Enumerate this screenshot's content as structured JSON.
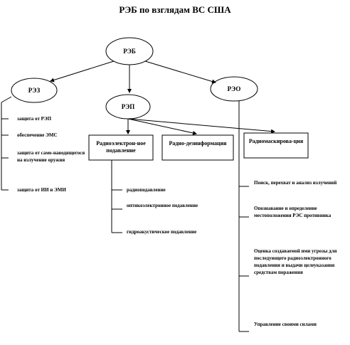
{
  "title": "РЭБ по взглядам ВС США",
  "root": "РЭБ",
  "branches": {
    "rez": "РЭЗ",
    "rep": "РЭП",
    "reo": "РЭО"
  },
  "rep_boxes": [
    "Радиоэлектрон-ное подавление",
    "Радио-дезинформация",
    "Радиомаскирова-ция"
  ],
  "rez_items": [
    "защита от РЭП",
    "обеспечение ЭМС",
    "защита от само-наводящегося на излучение оружия",
    "защита от ИИ и ЭМИ"
  ],
  "suppression_items": [
    "радиоподавление",
    "оптикоэлектронное подавление",
    "гидроакустическое подавление"
  ],
  "reo_items": [
    "Поиск, перехват и анализ излучений",
    "Опознавание и определение местоположения РЭС противника",
    "Оценка создаваемой ими угрозы для последующего радиоэлектронного подавления и выдачи целеуказания средствам поражения",
    "Управление своими силами"
  ]
}
